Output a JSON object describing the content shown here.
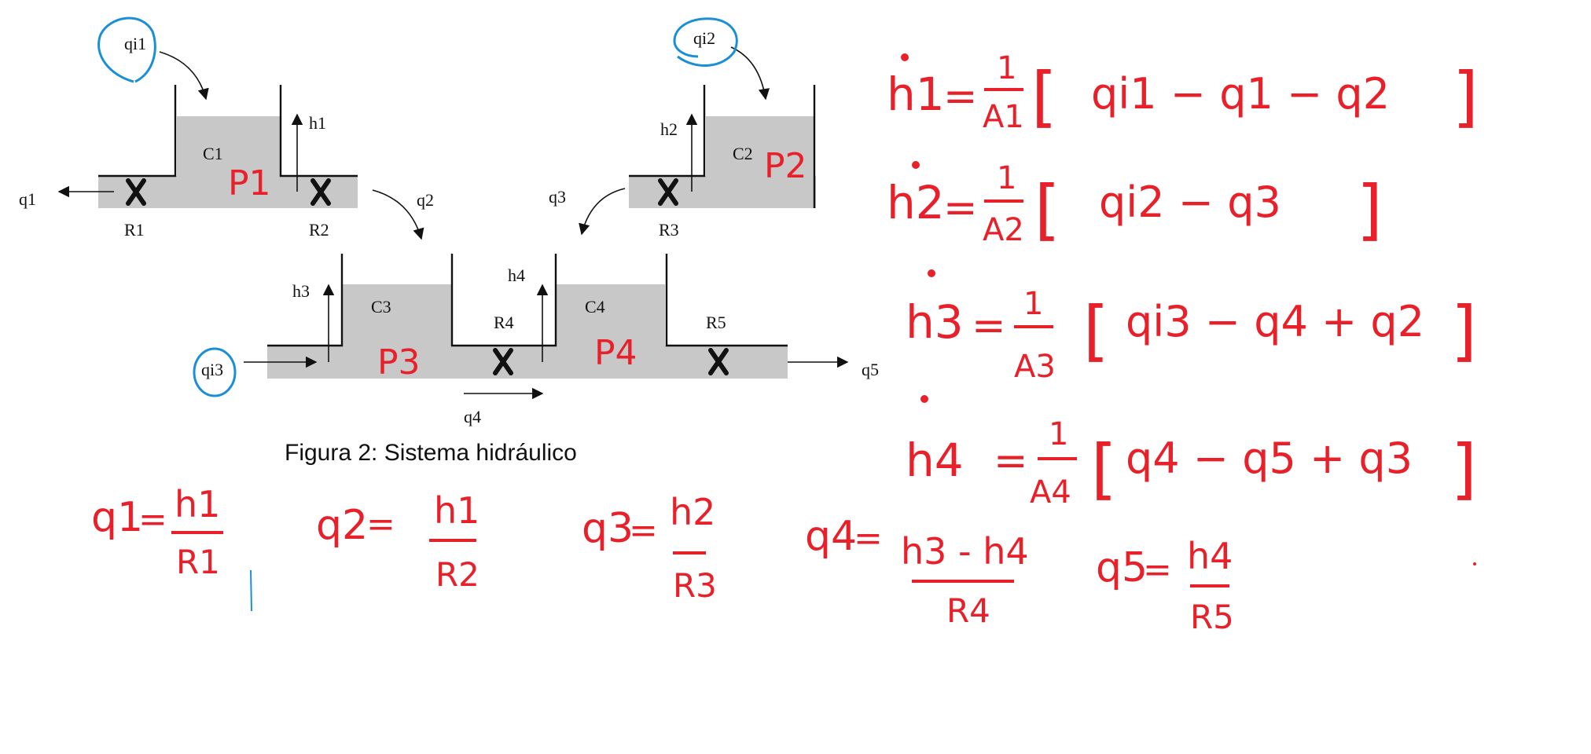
{
  "diagram": {
    "caption": "Figura 2: Sistema hidráulico",
    "flows": {
      "qi1": "qi1",
      "qi2": "qi2",
      "qi3": "qi3",
      "q1": "q1",
      "q2": "q2",
      "q3": "q3",
      "q4": "q4",
      "q5": "q5"
    },
    "tanks": {
      "c1": "C1",
      "c2": "C2",
      "c3": "C3",
      "c4": "C4"
    },
    "heights": {
      "h1": "h1",
      "h2": "h2",
      "h3": "h3",
      "h4": "h4"
    },
    "valves": {
      "r1": "R1",
      "r2": "R2",
      "r3": "R3",
      "r4": "R4",
      "r5": "R5"
    },
    "pressure_marks": {
      "p1": "P1",
      "p2": "P2",
      "p3": "P3",
      "p4": "P4"
    }
  },
  "equations": {
    "eq1": {
      "lhs": "h1",
      "coef_num": "1",
      "coef_den": "A1",
      "body": "qi1 − q1 − q2"
    },
    "eq2": {
      "lhs": "h2",
      "coef_num": "1",
      "coef_den": "A2",
      "body": "qi2 − q3"
    },
    "eq3": {
      "lhs": "h3",
      "coef_num": "1",
      "coef_den": "A3",
      "body": "qi3 − q4 + q2"
    },
    "eq4": {
      "lhs": "h4",
      "coef_num": "1",
      "coef_den": "A4",
      "body": "q4 − q5 + q3"
    }
  },
  "flow_relations": [
    {
      "lhs": "q1",
      "num": "h1",
      "den": "R1"
    },
    {
      "lhs": "q2",
      "num": "h1",
      "den": "R2"
    },
    {
      "lhs": "q3",
      "num": "h2",
      "den": "R3"
    },
    {
      "lhs": "q4",
      "num": "h3 - h4",
      "den": "R4"
    },
    {
      "lhs": "q5",
      "num": "h4",
      "den": "R5"
    }
  ],
  "colors": {
    "ink_red": "#e8202a",
    "ink_blue": "#1a8fd6",
    "water": "#c8c8c8",
    "line": "#111111"
  }
}
